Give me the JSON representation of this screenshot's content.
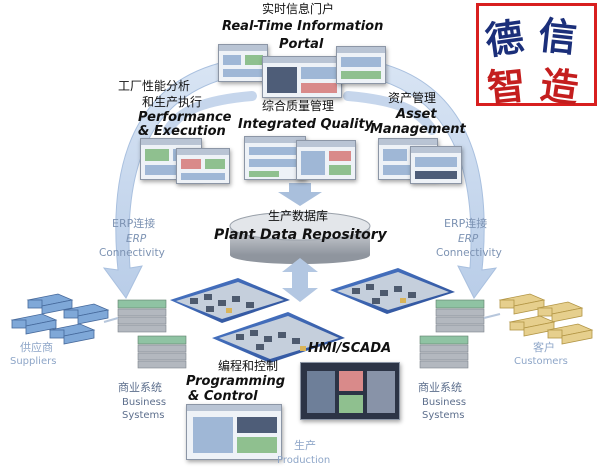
{
  "portal": {
    "cn": "实时信息门户",
    "en1": "Real-Time Information",
    "en2": "Portal"
  },
  "performance": {
    "cn1": "工厂性能分析",
    "cn2": "和生产执行",
    "en1": "Performance",
    "en2": "& Execution"
  },
  "quality": {
    "cn": "综合质量管理",
    "en": "Integrated Quality"
  },
  "asset": {
    "cn": "资产管理",
    "en1": "Asset",
    "en2": "Management"
  },
  "repository": {
    "cn": "生产数据库",
    "en": "Plant Data Repository"
  },
  "erp_left": {
    "cn": "ERP连接",
    "en1": "ERP",
    "en2": "Connectivity"
  },
  "erp_right": {
    "cn": "ERP连接",
    "en1": "ERP",
    "en2": "Connectivity"
  },
  "suppliers": {
    "cn": "供应商",
    "en": "Suppliers"
  },
  "customers": {
    "cn": "客户",
    "en": "Customers"
  },
  "business_left": {
    "cn": "商业系统",
    "en1": "Business",
    "en2": "Systems"
  },
  "business_right": {
    "cn": "商业系统",
    "en1": "Business",
    "en2": "Systems"
  },
  "programming": {
    "cn": "编程和控制",
    "en1": "Programming",
    "en2": "& Control"
  },
  "hmi": {
    "en": "HMI/SCADA"
  },
  "production": {
    "cn": "生产",
    "en": "Production"
  },
  "logo_text": "德信智造",
  "colors": {
    "arrow_fill": "#c9d9ee",
    "arrow_edge": "#a9c0df",
    "building_blue": "#3a63b8",
    "building_floor": "#bcc7d6",
    "server_gray": "#b3b8bf",
    "server_green": "#8fc3a3",
    "box_gold": "#e6cf8d",
    "box_blue": "#7fa8d8",
    "stamp_red": "#d81f1f"
  },
  "icons": [
    "server-rack-icon",
    "supplier-boxes-icon",
    "customer-boxes-icon",
    "plant-building-icon"
  ]
}
